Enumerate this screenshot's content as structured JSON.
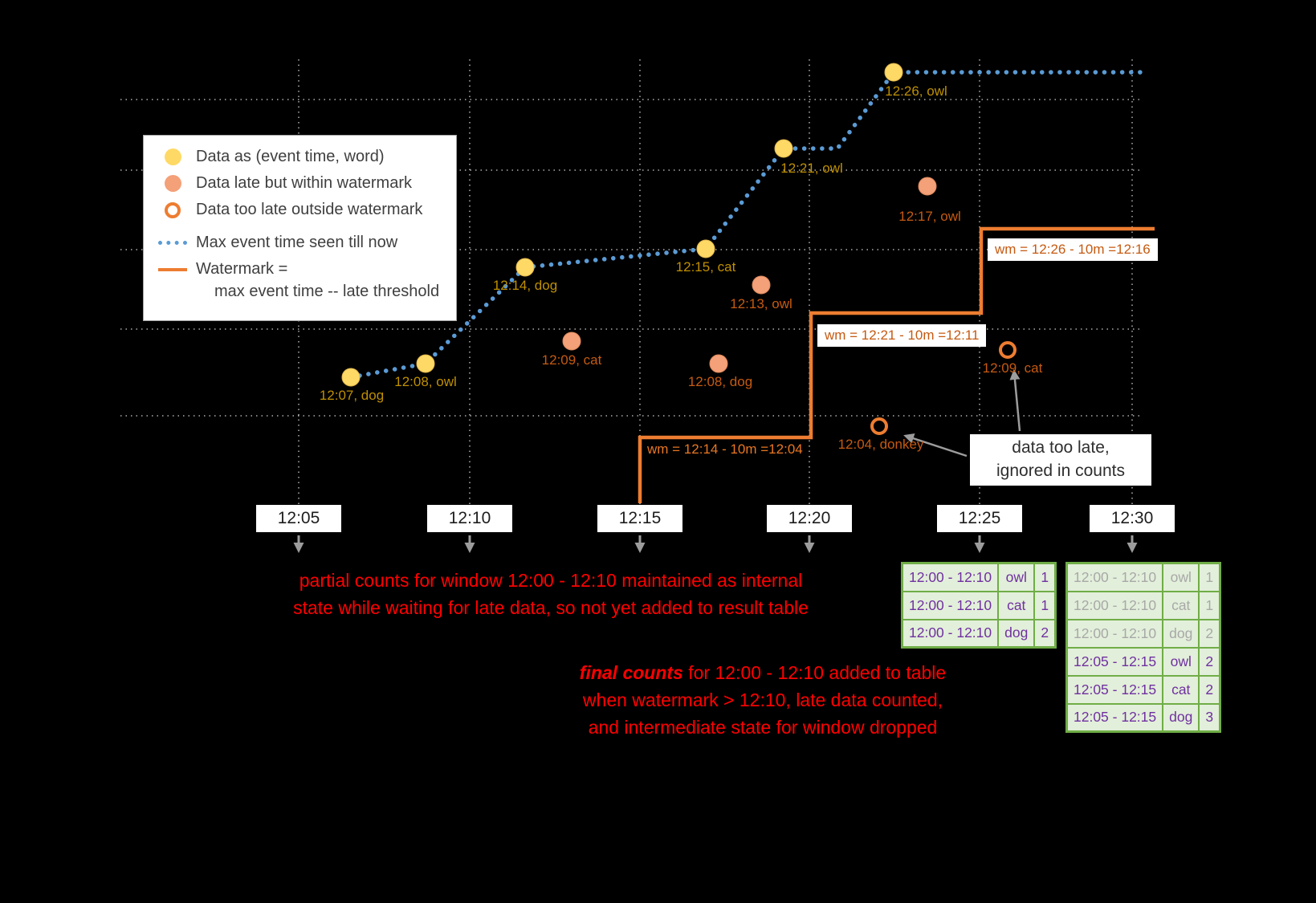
{
  "legend": {
    "items": [
      {
        "label": "Data as (event time, word)"
      },
      {
        "label": "Data late but within watermark"
      },
      {
        "label": "Data too late outside watermark"
      },
      {
        "label": "Max event time seen till now"
      },
      {
        "label": "Watermark =",
        "label2": "max event time -- late threshold"
      }
    ]
  },
  "points": {
    "on_time": [
      {
        "label": "12:07, dog"
      },
      {
        "label": "12:08, owl"
      },
      {
        "label": "12:14, dog"
      },
      {
        "label": "12:15, cat"
      },
      {
        "label": "12:21, owl"
      },
      {
        "label": "12:26, owl"
      }
    ],
    "late": [
      {
        "label": "12:09, cat"
      },
      {
        "label": "12:08, dog"
      },
      {
        "label": "12:13, owl"
      },
      {
        "label": "12:17, owl"
      }
    ],
    "too_late": [
      {
        "label": "12:04, donkey"
      },
      {
        "label": "12:09, cat"
      }
    ]
  },
  "watermark_labels": [
    "wm = 12:14 - 10m =12:04",
    "wm = 12:21 - 10m =12:11",
    "wm = 12:26 - 10m =12:16"
  ],
  "axis": {
    "ticks": [
      "12:05",
      "12:10",
      "12:15",
      "12:20",
      "12:25",
      "12:30"
    ]
  },
  "annotations": {
    "partial": {
      "line1": "partial counts for window 12:00 - 12:10 maintained as internal",
      "line2": "state while waiting for late data, so not yet added  to result table"
    },
    "final": {
      "em": "final counts",
      "line1_rest": " for 12:00 - 12:10 added to table",
      "line2": "when watermark > 12:10, late data counted,",
      "line3": "and intermediate state for window dropped"
    },
    "too_late_note": {
      "line1": "data too late,",
      "line2": "ignored in counts"
    }
  },
  "tables": {
    "t1": {
      "rows": [
        {
          "window": "12:00 - 12:10",
          "word": "owl",
          "count": "1"
        },
        {
          "window": "12:00 - 12:10",
          "word": "cat",
          "count": "1"
        },
        {
          "window": "12:00 - 12:10",
          "word": "dog",
          "count": "2"
        }
      ]
    },
    "t2": {
      "rows": [
        {
          "window": "12:00 - 12:10",
          "word": "owl",
          "count": "1",
          "muted": true
        },
        {
          "window": "12:00 - 12:10",
          "word": "cat",
          "count": "1",
          "muted": true
        },
        {
          "window": "12:00 - 12:10",
          "word": "dog",
          "count": "2",
          "muted": true
        },
        {
          "window": "12:05 - 12:15",
          "word": "owl",
          "count": "2"
        },
        {
          "window": "12:05 - 12:15",
          "word": "cat",
          "count": "2"
        },
        {
          "window": "12:05 - 12:15",
          "word": "dog",
          "count": "3"
        }
      ]
    }
  },
  "colors": {
    "bg": "#000000",
    "yellow": "#FFD966",
    "salmon": "#F4A078",
    "orange": "#ED7D31",
    "blue": "#5B9BD5",
    "red": "#FF0000",
    "purple": "#7030A0",
    "green": "#70AD47",
    "green-bg": "#E2EFDA",
    "gold-label": "#BF9000",
    "late-label": "#C55A11",
    "wm-plain": "#E87722",
    "grid": "#CFCFCF",
    "arrow": "#9C9C9C"
  }
}
